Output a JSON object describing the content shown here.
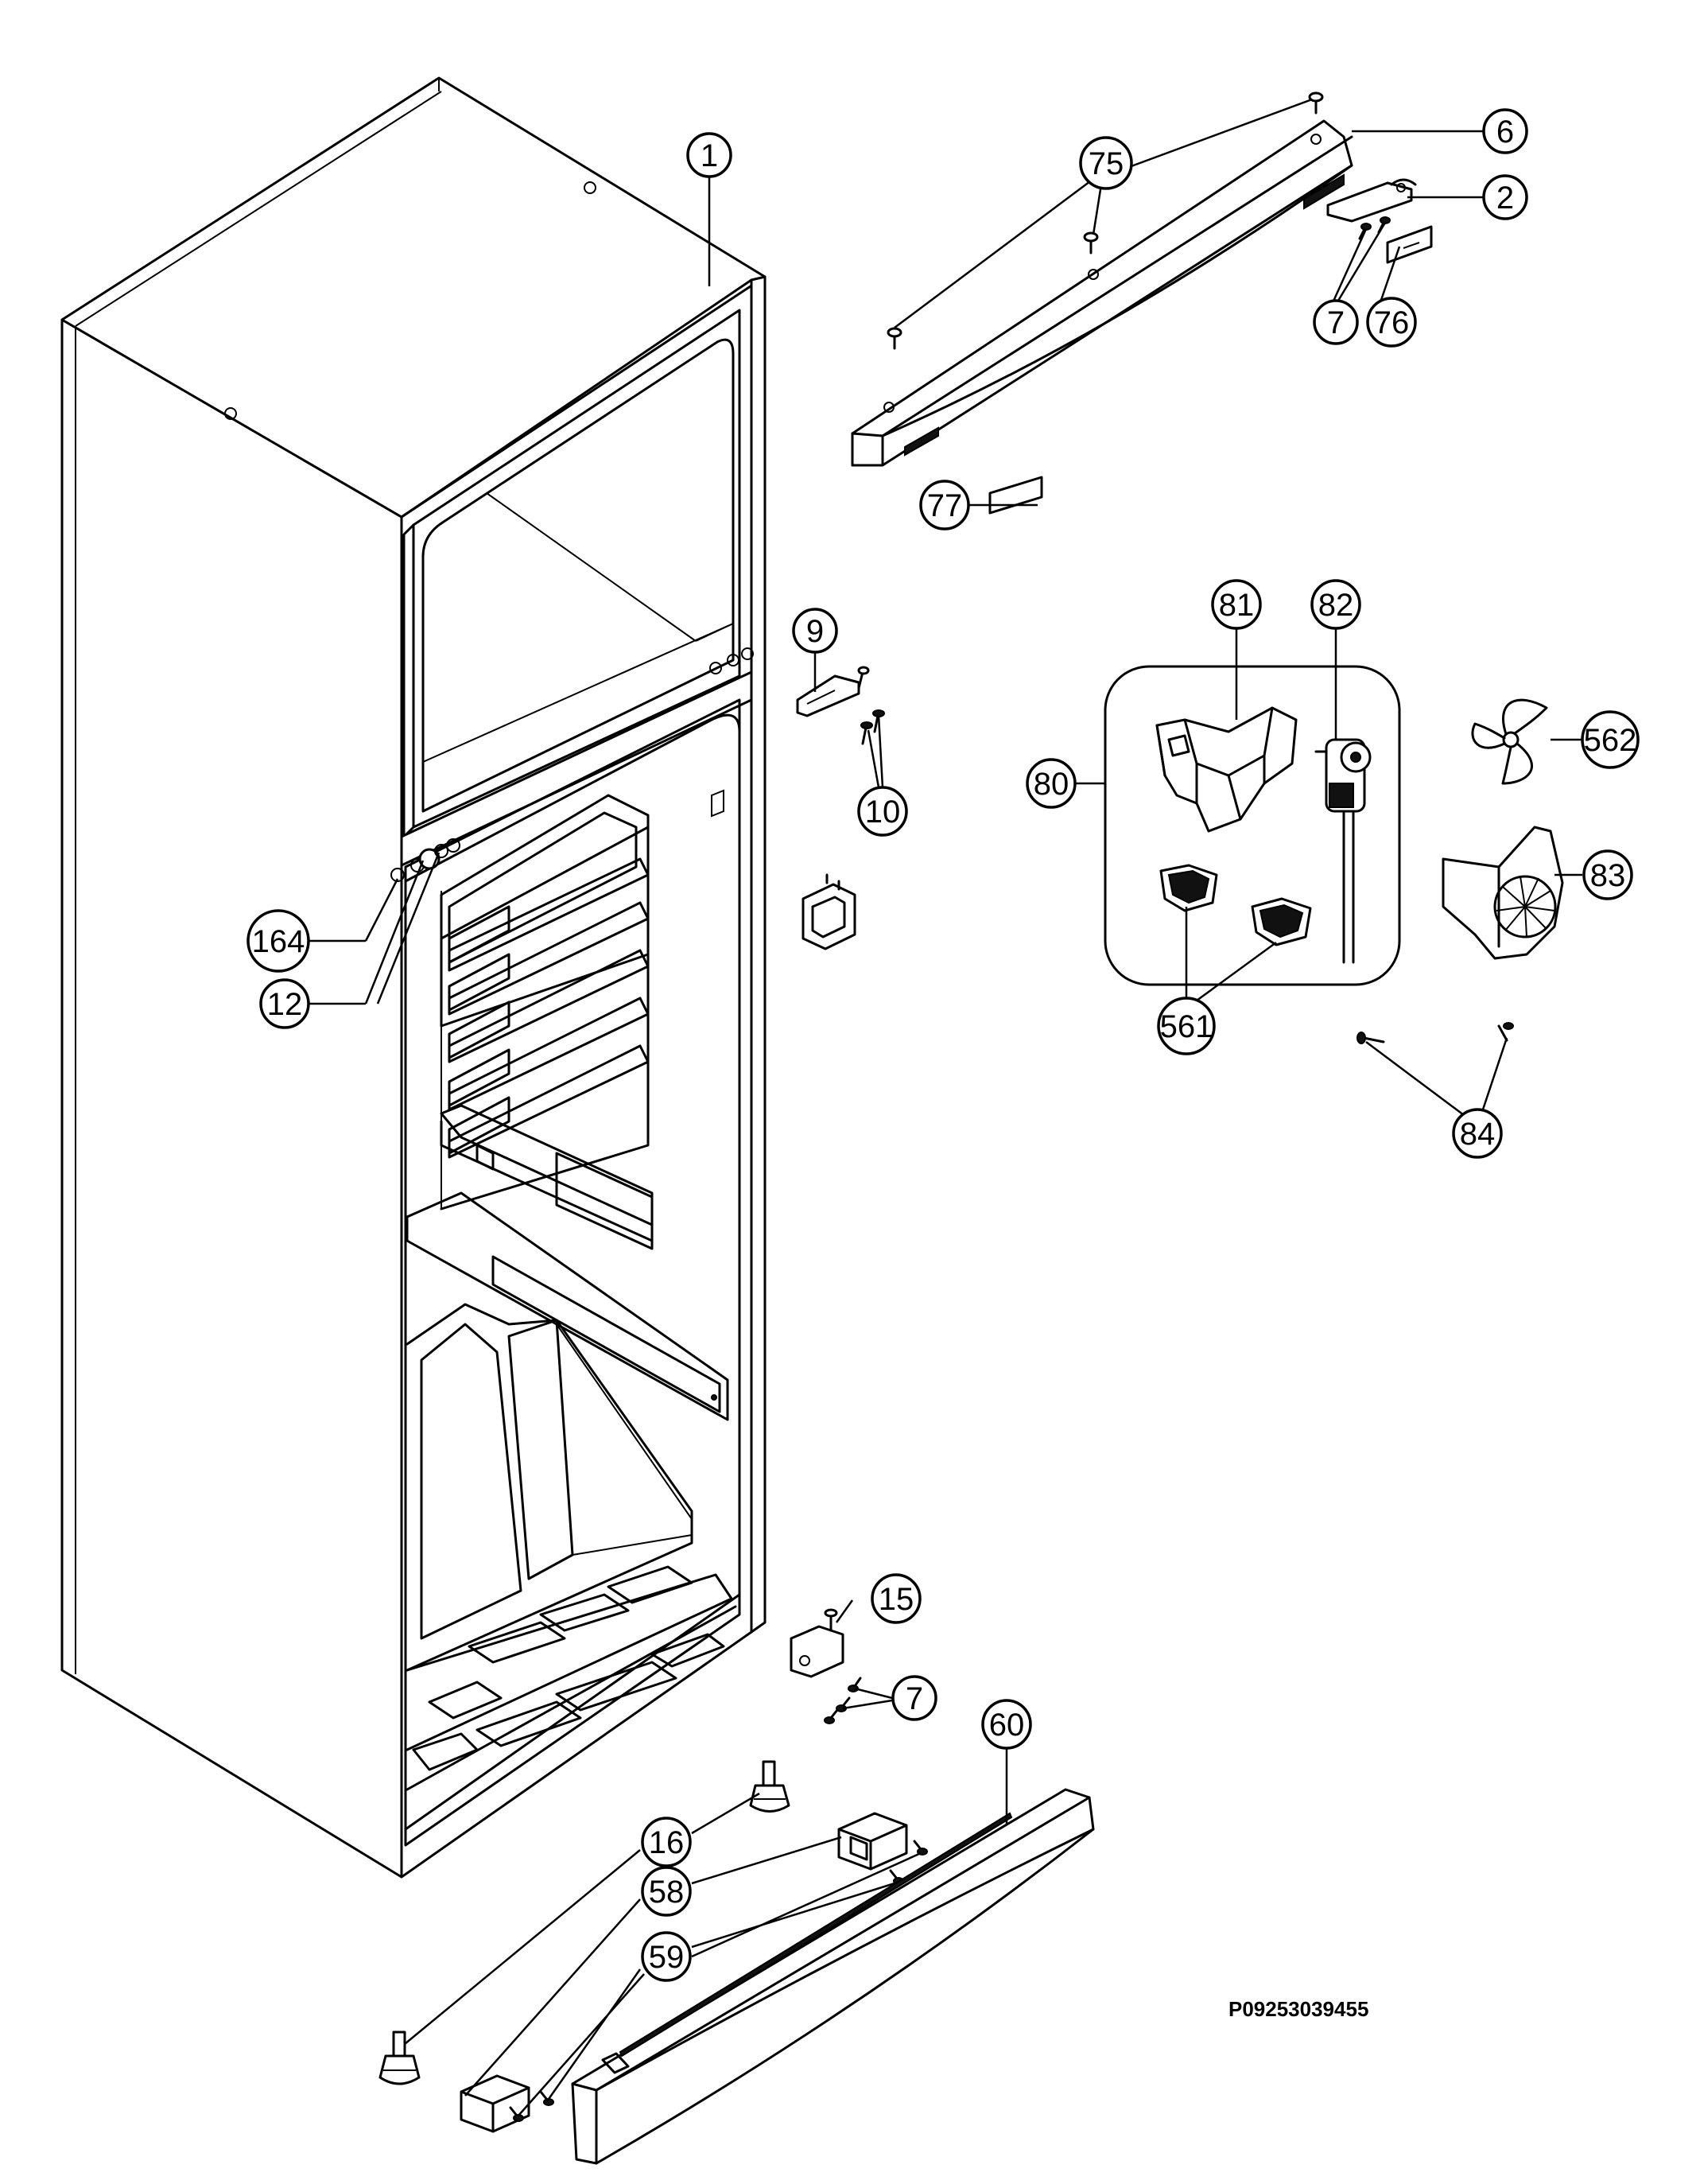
{
  "callouts": {
    "c1": "1",
    "c6": "6",
    "c2": "2",
    "c75": "75",
    "c7a": "7",
    "c76": "76",
    "c77": "77",
    "c9": "9",
    "c10": "10",
    "c81": "81",
    "c82": "82",
    "c80": "80",
    "c562": "562",
    "c83": "83",
    "c561": "561",
    "c84": "84",
    "c164": "164",
    "c12": "12",
    "c15": "15",
    "c7b": "7",
    "c60": "60",
    "c16": "16",
    "c58": "58",
    "c59": "59"
  },
  "drawing_code": "P09253039455"
}
